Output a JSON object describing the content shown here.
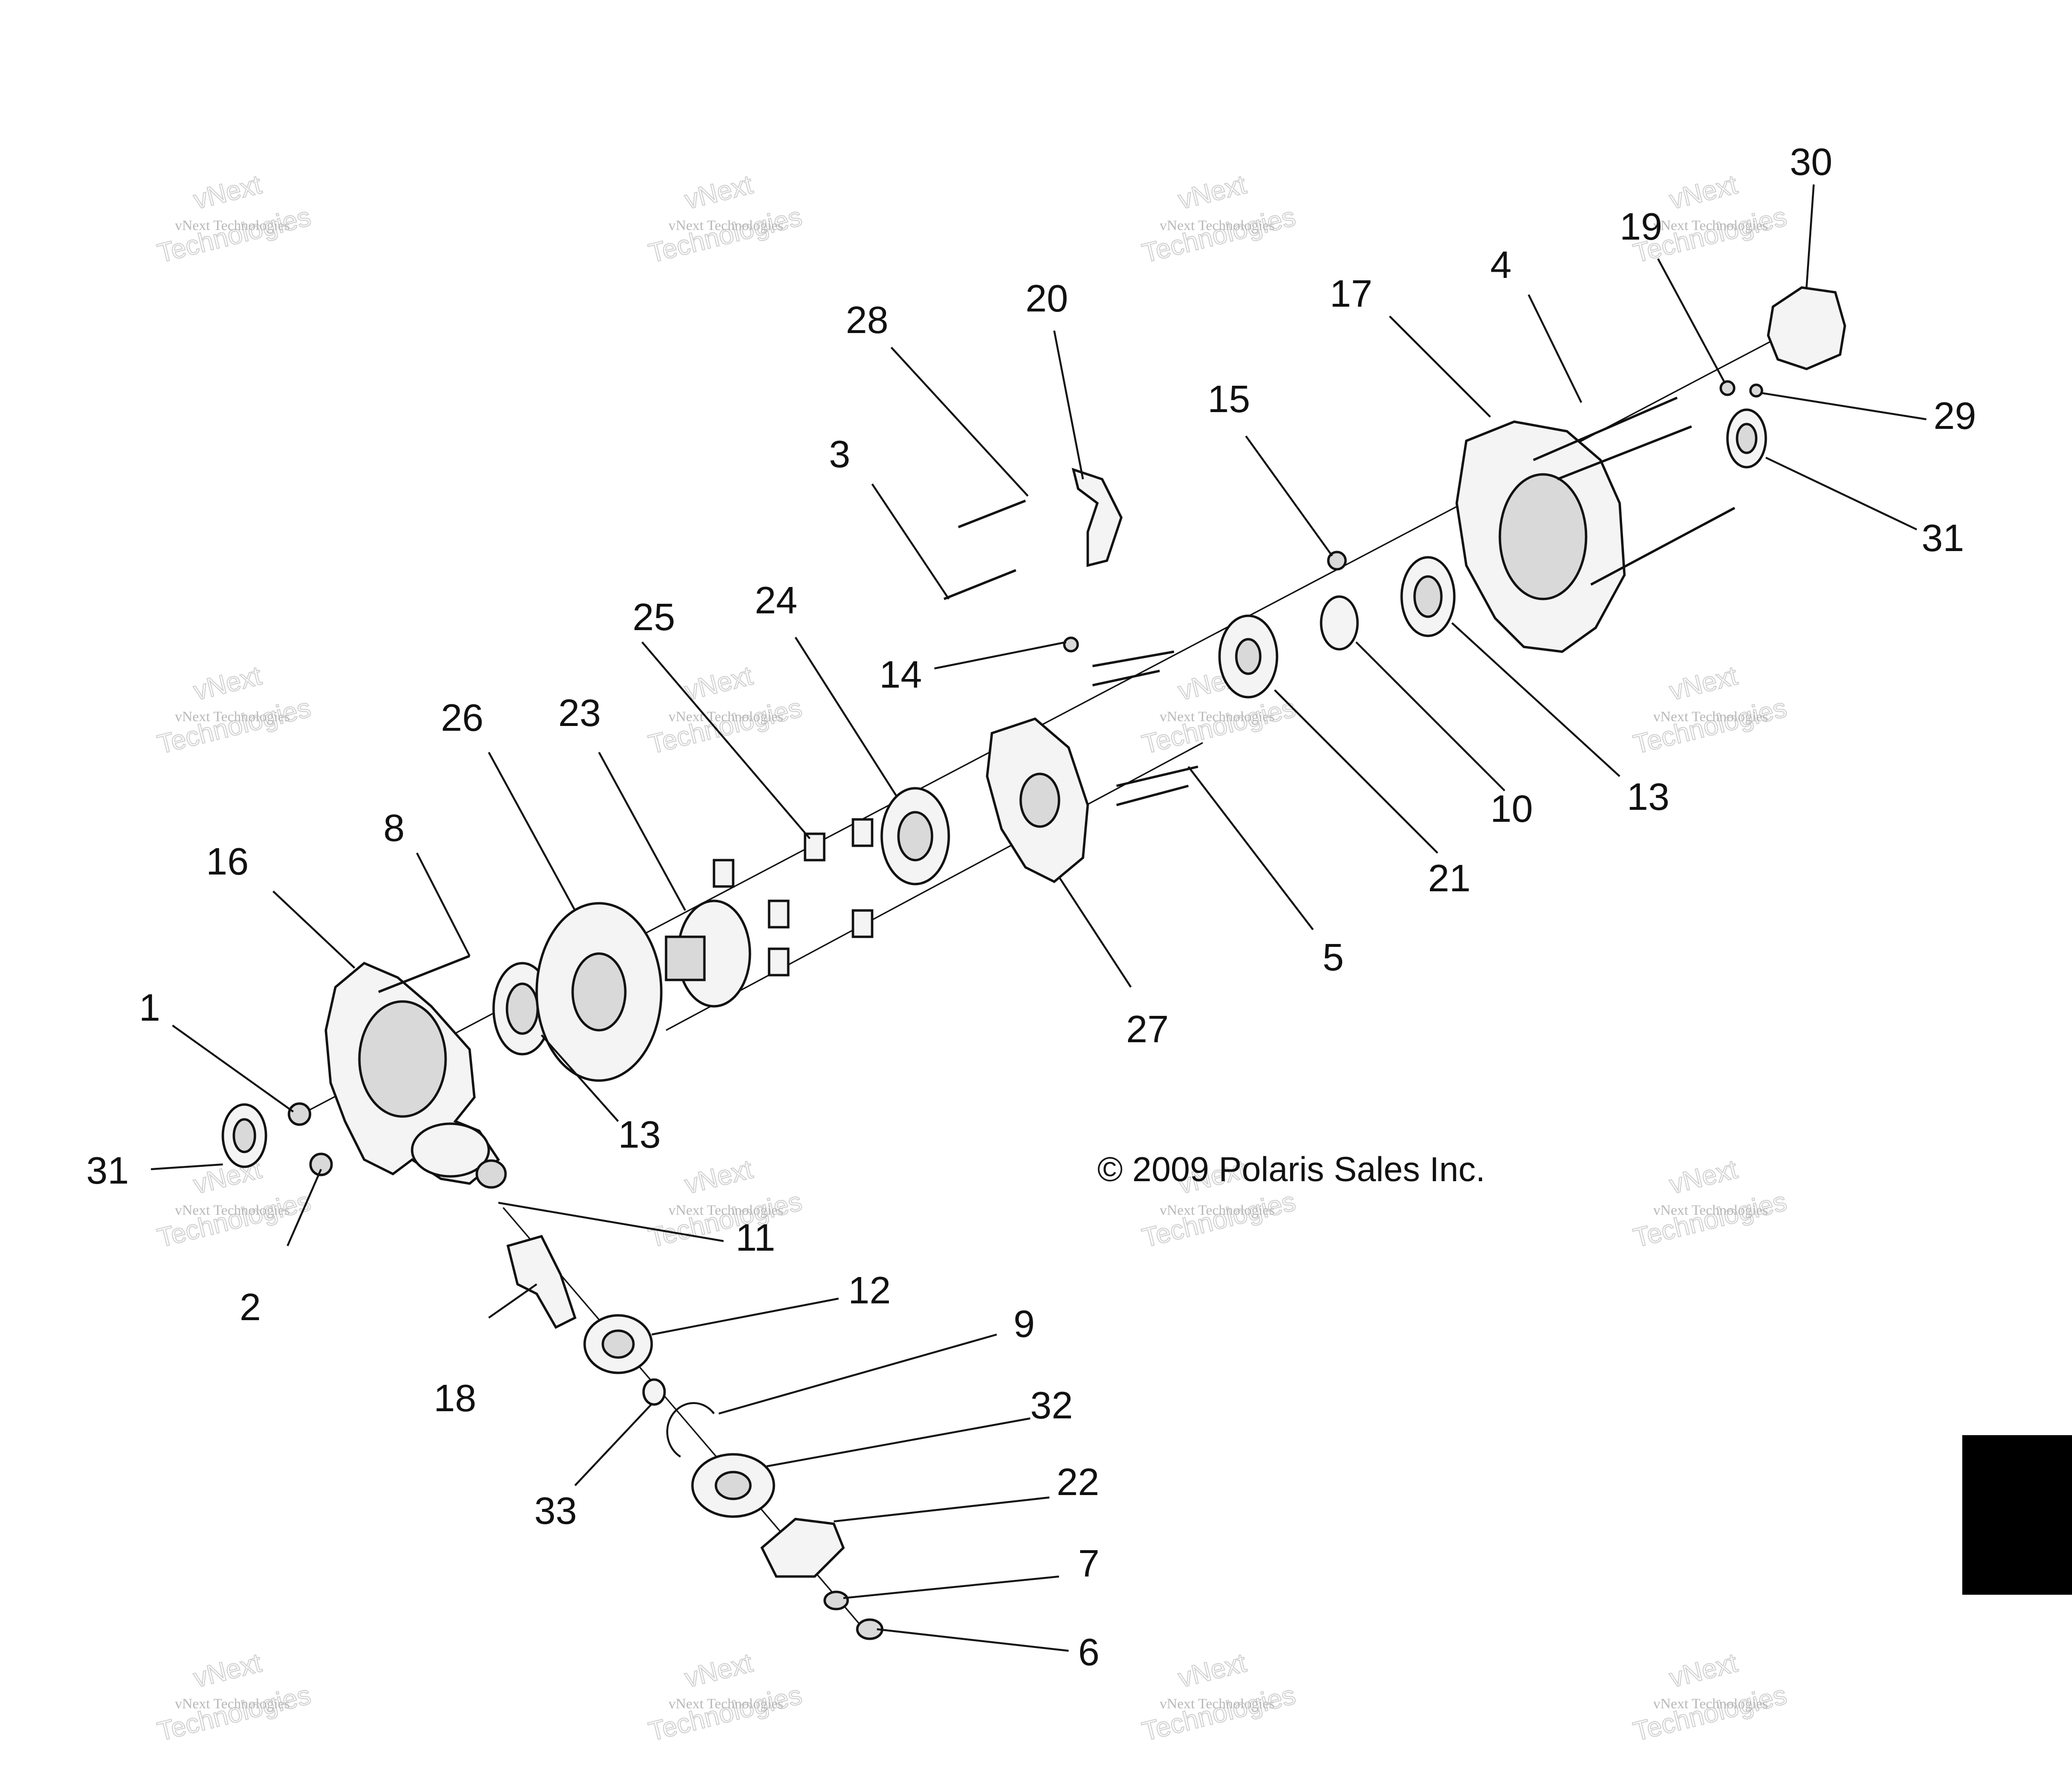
{
  "diagram": {
    "copyright": "© 2009 Polaris Sales Inc.",
    "watermark": {
      "line1": "vNext Technologies",
      "line2": "Technologies",
      "line3": "vNext"
    },
    "callouts": {
      "p1": "1",
      "p2": "2",
      "p3": "3",
      "p4": "4",
      "p5": "5",
      "p6": "6",
      "p7": "7",
      "p8": "8",
      "p9": "9",
      "p10": "10",
      "p11": "11",
      "p12": "12",
      "p13a": "13",
      "p13b": "13",
      "p14": "14",
      "p15": "15",
      "p16": "16",
      "p17": "17",
      "p18": "18",
      "p19": "19",
      "p20": "20",
      "p21": "21",
      "p22": "22",
      "p23": "23",
      "p24": "24",
      "p25": "25",
      "p26": "26",
      "p27": "27",
      "p28": "28",
      "p29": "29",
      "p30": "30",
      "p31a": "31",
      "p31b": "31",
      "p32": "32",
      "p33": "33"
    }
  }
}
